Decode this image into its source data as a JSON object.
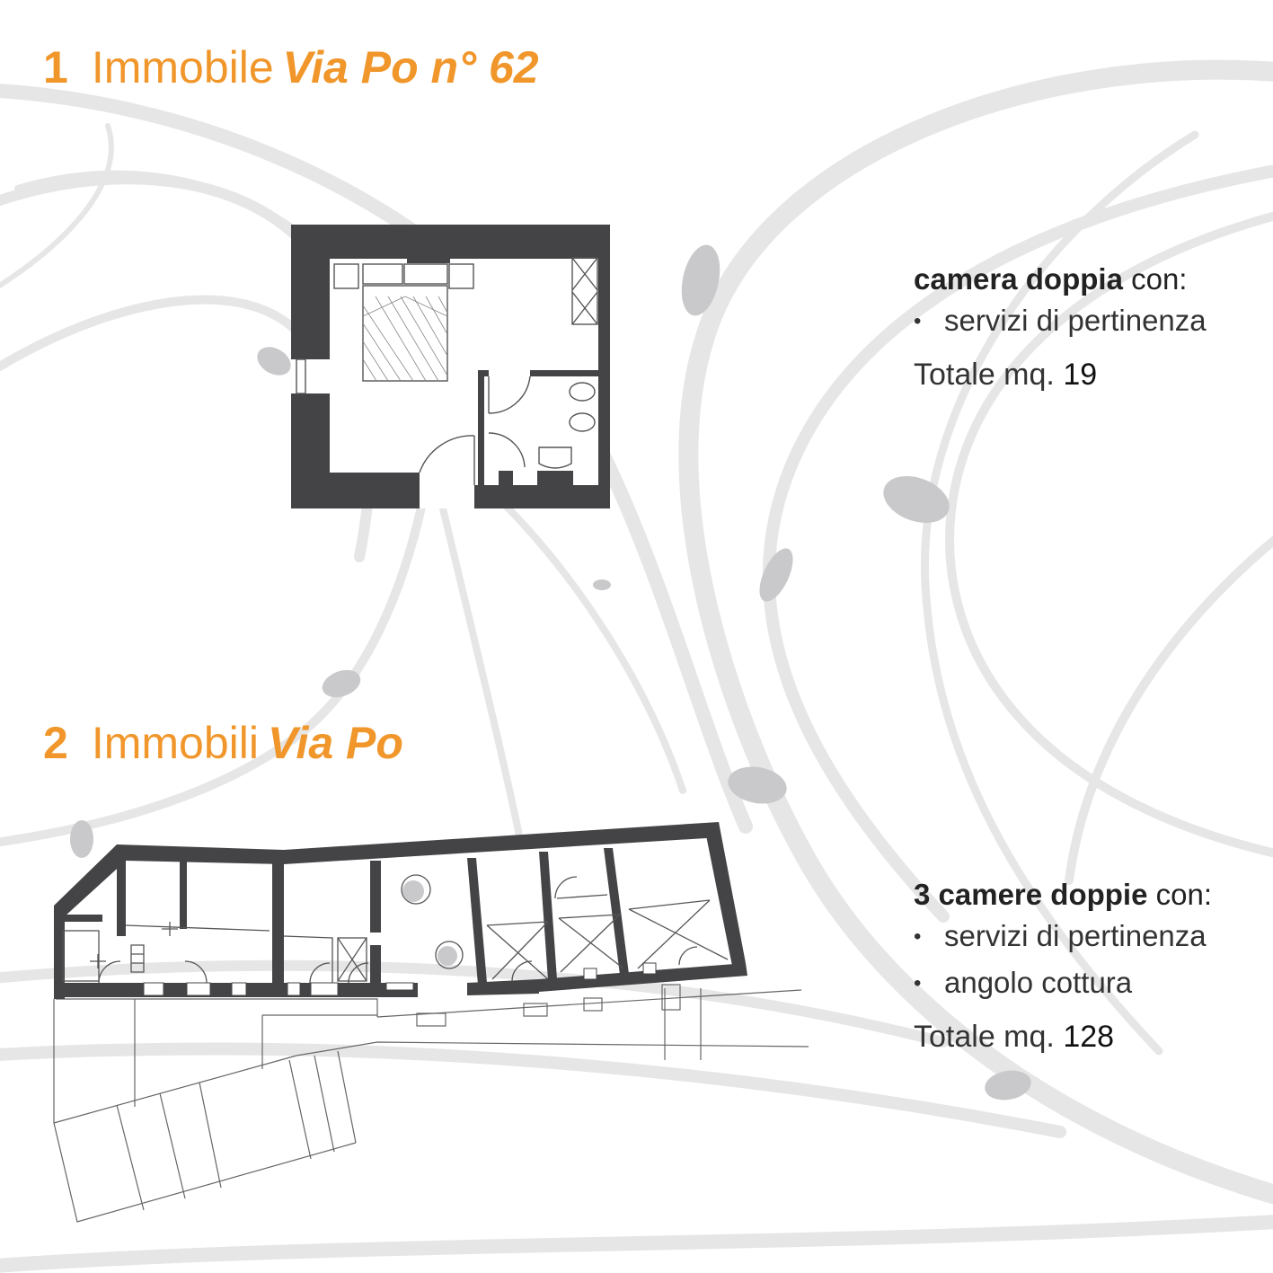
{
  "colors": {
    "accent": "#f0962a",
    "wall": "#444447",
    "swirl": "#e5e5e6",
    "spot": "#c8c8ca"
  },
  "section1": {
    "number": "1",
    "word": "Immobile",
    "street": "Via Po n° 62",
    "lead_bold": "camera doppia",
    "lead_rest": " con:",
    "features": [
      "servizi di pertinenza"
    ],
    "total_label": "Totale mq. ",
    "total_value": "19"
  },
  "section2": {
    "number": "2",
    "word": "Immobili",
    "street": "Via Po",
    "lead_bold": "3 camere doppie",
    "lead_rest": " con:",
    "features": [
      "servizi di pertinenza",
      "angolo cottura"
    ],
    "total_label": "Totale mq. ",
    "total_value": "128"
  }
}
